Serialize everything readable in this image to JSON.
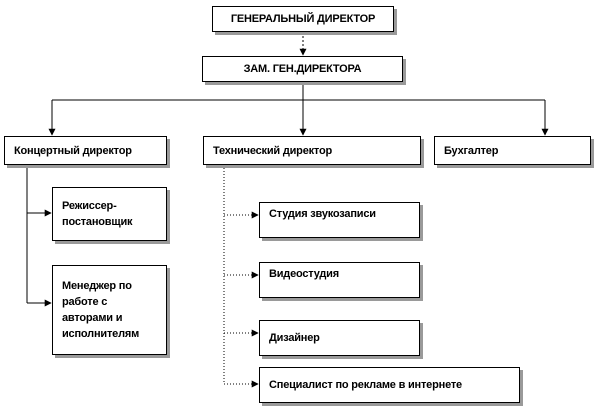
{
  "diagram": {
    "nodes": {
      "general_director": "ГЕНЕРАЛЬНЫЙ ДИРЕКТОР",
      "deputy_director": "ЗАМ. ГЕН.ДИРЕКТОРА",
      "concert_director": "Концертный директор",
      "technical_director": "Технический директор",
      "accountant": "Бухгалтер",
      "stage_director_line1": "Режиссер-",
      "stage_director_line2": "постановщик",
      "manager_line1": "Менеджер по",
      "manager_line2": "работе с",
      "manager_line3": "авторами и",
      "manager_line4": "исполнителям",
      "recording_studio": "Студия звукозаписи",
      "video_studio": "Видеостудия",
      "designer": "Дизайнер",
      "internet_ad_specialist": "Специалист по рекламе в интернете"
    },
    "edges": [
      {
        "from": "general_director",
        "to": "deputy_director",
        "style": "dashed"
      },
      {
        "from": "deputy_director",
        "to": "concert_director",
        "style": "solid"
      },
      {
        "from": "deputy_director",
        "to": "technical_director",
        "style": "solid"
      },
      {
        "from": "deputy_director",
        "to": "accountant",
        "style": "solid"
      },
      {
        "from": "concert_director",
        "to": "stage_director",
        "style": "solid"
      },
      {
        "from": "concert_director",
        "to": "manager",
        "style": "solid"
      },
      {
        "from": "technical_director",
        "to": "recording_studio",
        "style": "dotted"
      },
      {
        "from": "technical_director",
        "to": "video_studio",
        "style": "dotted"
      },
      {
        "from": "technical_director",
        "to": "designer",
        "style": "dotted"
      },
      {
        "from": "technical_director",
        "to": "internet_ad_specialist",
        "style": "dotted"
      }
    ]
  }
}
